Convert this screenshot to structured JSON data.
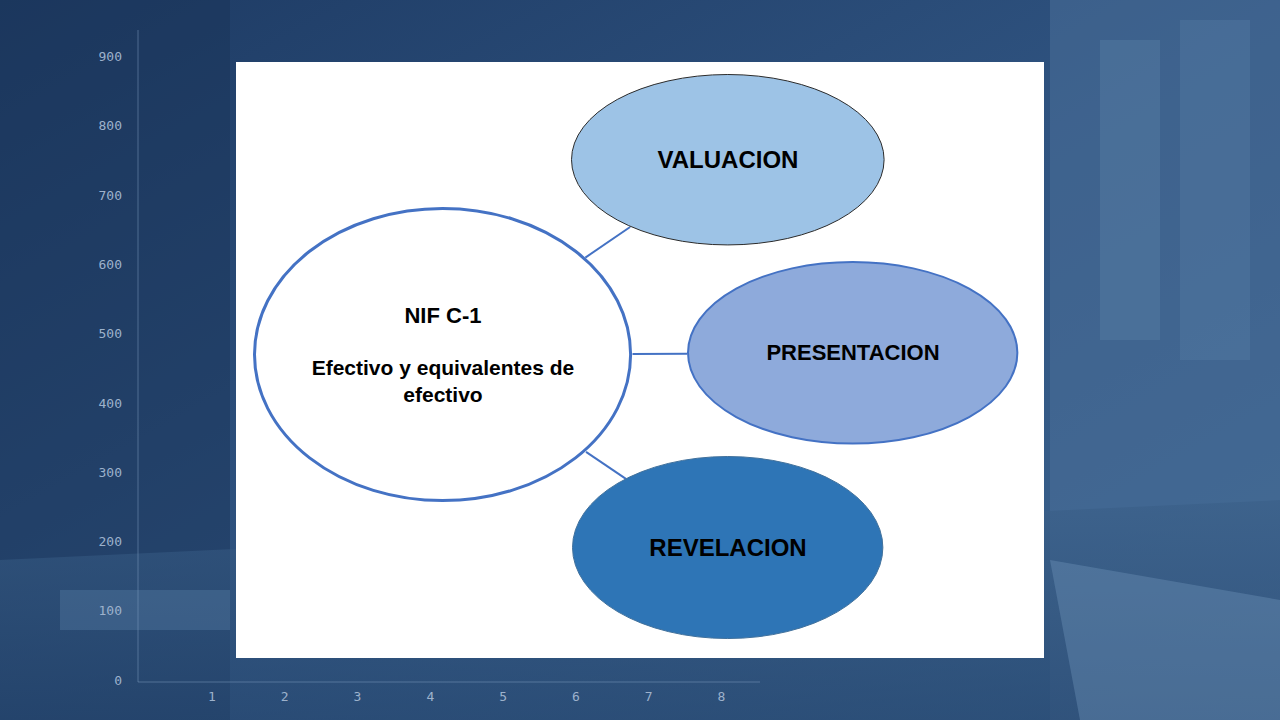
{
  "diagram": {
    "nodes": [
      {
        "text": [
          "NIF C-1",
          "Efectivo y equivalentes de efectivo"
        ]
      },
      {
        "text": [
          "VALUACION"
        ]
      },
      {
        "text": [
          "PRESENTACION"
        ]
      },
      {
        "text": [
          "REVELACION"
        ]
      }
    ],
    "edges": [
      {
        "from": 0,
        "to": 1,
        "arrow": "none"
      },
      {
        "from": 0,
        "to": 2,
        "arrow": "none"
      },
      {
        "from": 0,
        "to": 3,
        "arrow": "none"
      }
    ],
    "labels": [
      "900",
      "800",
      "700",
      "600",
      "500",
      "400",
      "300",
      "200",
      "100",
      "0",
      "1",
      "2",
      "3",
      "4",
      "5",
      "6",
      "7",
      "8"
    ]
  }
}
